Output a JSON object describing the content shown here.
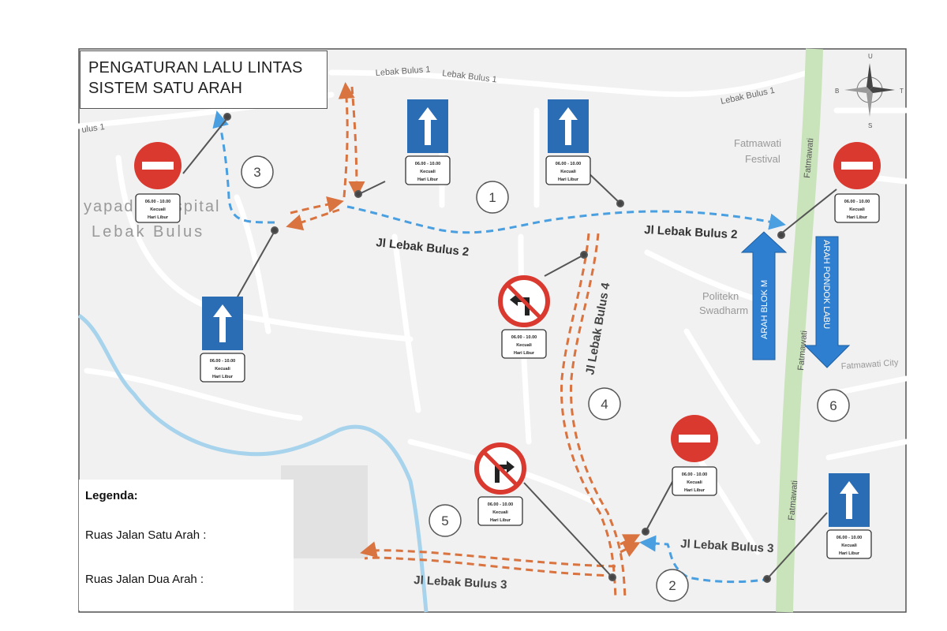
{
  "title": {
    "line1": "PENGATURAN LALU LINTAS",
    "line2": "SISTEM SATU ARAH"
  },
  "roads": {
    "lb1_a": "Lebak Bulus 1",
    "lb1_b": "Lebak Bulus 1",
    "lb1_c": "Lebak Bulus 1",
    "lb1_left": "ulus 1",
    "lb2_left": "Jl Lebak Bulus 2",
    "lb2_right": "Jl Lebak Bulus 2",
    "lb3_left": "Jl Lebak Bulus 3",
    "lb3_right": "Jl Lebak Bulus 3",
    "lb4": "Jl Lebak Bulus 4",
    "fat1": "Fatmawati",
    "fat2": "Fatmawati",
    "fat3": "Fatmawati",
    "fat_city": "Fatmawati City"
  },
  "places": {
    "festival_1": "Fatmawati",
    "festival_2": "Festival",
    "hospital_1": "yapada Hospital",
    "hospital_2": "Lebak Bulus",
    "poli_1": "Politekn",
    "poli_2": "Swadharm"
  },
  "arrows": {
    "blok_m": "ARAH BLOK M",
    "pondok_labu": "ARAH PONDOK LABU"
  },
  "markers": [
    "1",
    "2",
    "3",
    "4",
    "5",
    "6"
  ],
  "sign_text": {
    "time": "06.00 - 10.00",
    "kecuali": "Kecuali",
    "hari": "Hari Libur"
  },
  "compass": {
    "n": "U",
    "s": "S",
    "e": "T",
    "w": "B"
  },
  "legend": {
    "title": "Legenda:",
    "one_way": "Ruas Jalan Satu Arah :",
    "two_way": "Ruas Jalan Dua Arah  :"
  },
  "colors": {
    "one_way": "#4a9fe0",
    "two_way": "#d9733f",
    "sign_blue": "#2b6db5",
    "sign_red": "#d9392f",
    "green_road": "#c9e3bb",
    "water": "#a7d3ec"
  }
}
